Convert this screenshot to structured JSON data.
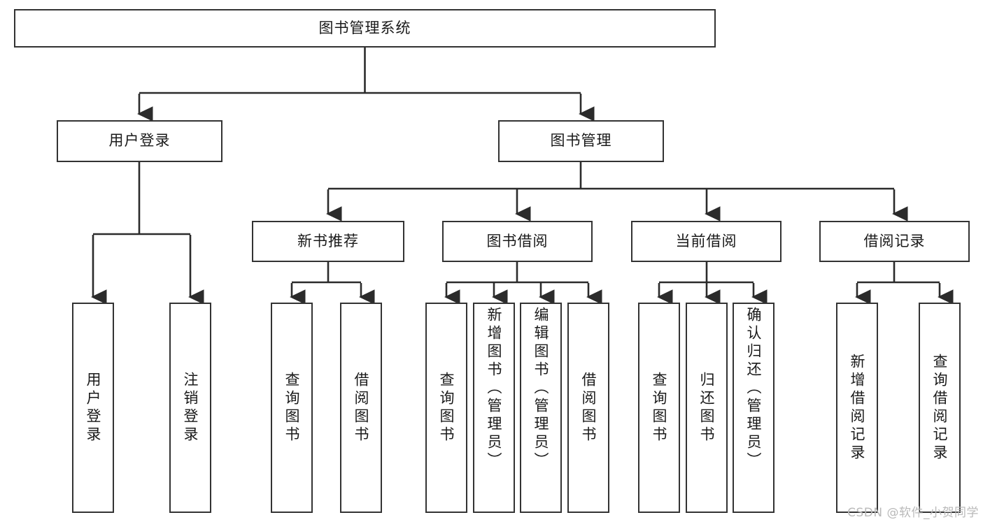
{
  "diagram": {
    "type": "tree-hierarchy",
    "root": {
      "id": "root",
      "label": "图书管理系统"
    },
    "level2": [
      {
        "id": "user-login",
        "label": "用户登录"
      },
      {
        "id": "book-management",
        "label": "图书管理"
      }
    ],
    "level3": [
      {
        "id": "new-book-recommend",
        "label": "新书推荐",
        "parent": "book-management"
      },
      {
        "id": "book-borrow",
        "label": "图书借阅",
        "parent": "book-management"
      },
      {
        "id": "current-borrow",
        "label": "当前借阅",
        "parent": "book-management"
      },
      {
        "id": "borrow-record",
        "label": "借阅记录",
        "parent": "book-management"
      }
    ],
    "leaves": [
      {
        "id": "leaf-user-login",
        "label": "用户登录",
        "parent": "user-login",
        "align": "center"
      },
      {
        "id": "leaf-user-logout",
        "label": "注销登录",
        "parent": "user-login",
        "align": "center"
      },
      {
        "id": "leaf-query-book-1",
        "label": "查询图书",
        "parent": "new-book-recommend",
        "align": "center"
      },
      {
        "id": "leaf-borrow-book-1",
        "label": "借阅图书",
        "parent": "new-book-recommend",
        "align": "center"
      },
      {
        "id": "leaf-query-book-2",
        "label": "查询图书",
        "parent": "book-borrow",
        "align": "center"
      },
      {
        "id": "leaf-add-book",
        "label": "新增图书（管理员）",
        "parent": "book-borrow",
        "align": "top"
      },
      {
        "id": "leaf-edit-book",
        "label": "编辑图书（管理员）",
        "parent": "book-borrow",
        "align": "top"
      },
      {
        "id": "leaf-borrow-book-2",
        "label": "借阅图书",
        "parent": "book-borrow",
        "align": "center"
      },
      {
        "id": "leaf-query-book-3",
        "label": "查询图书",
        "parent": "current-borrow",
        "align": "center"
      },
      {
        "id": "leaf-return-book",
        "label": "归还图书",
        "parent": "current-borrow",
        "align": "center"
      },
      {
        "id": "leaf-confirm-return",
        "label": "确认归还（管理员）",
        "parent": "current-borrow",
        "align": "top"
      },
      {
        "id": "leaf-add-record",
        "label": "新增借阅记录",
        "parent": "borrow-record",
        "align": "center"
      },
      {
        "id": "leaf-query-record",
        "label": "查询借阅记录",
        "parent": "borrow-record",
        "align": "center"
      }
    ]
  },
  "watermark": {
    "text": "CSDN @软件_小贺同学"
  },
  "colors": {
    "stroke": "#333333",
    "background": "#ffffff",
    "text": "#1a1a1a",
    "watermark": "#b9b9b9"
  }
}
